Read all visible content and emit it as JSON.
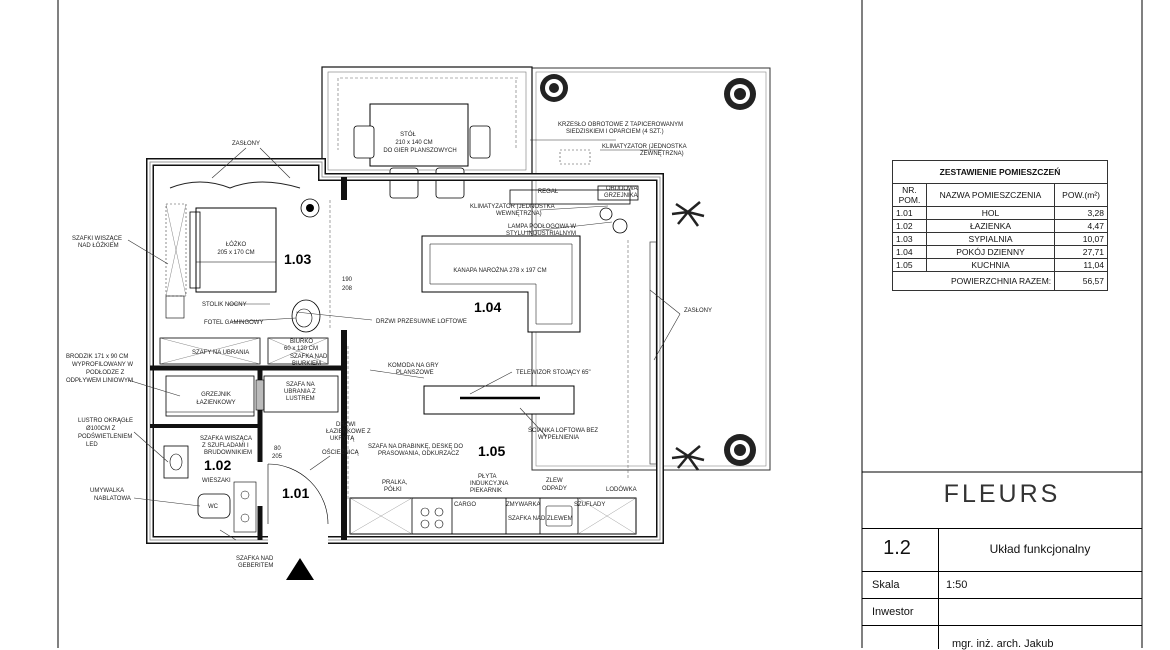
{
  "rooms": {
    "r103": "1.03",
    "r104": "1.04",
    "r105": "1.05",
    "r102": "1.02",
    "r101": "1.01"
  },
  "labels": {
    "zaslony_top": "ZASŁONY",
    "zaslony_right": "ZASŁONY",
    "stol": "STÓŁ",
    "stol_dim": "210 x 140 CM",
    "stol_use": "DO GIER PLANSZOWYCH",
    "krzeslo_1": "KRZESŁO OBROTOWE Z TAPICEROWANYM",
    "krzeslo_2": "SIEDZISKIEM I OPARCIEM (4 SZT.)",
    "klima_ext_1": "KLIMATYZATOR (JEDNOSTKA",
    "klima_ext_2": "ZEWNĘTRZNA)",
    "regal": "REGAŁ",
    "obudowa_1": "OBUDOWA",
    "obudowa_2": "GRZEJNIKA",
    "klima_int_1": "KLIMATYZATOR (JEDNOSTKA",
    "klima_int_2": "WEWNĘTRZNA)",
    "lampa_1": "LAMPA PODŁOGOWA W",
    "lampa_2": "STYLU INDUSTRIALNYM",
    "kanapa": "KANAPA NAROŻNA 278 x 197 CM",
    "szafki_1": "SZAFKI WISZĄCE",
    "szafki_2": "NAD ŁÓŻKIEM",
    "lozko": "ŁÓŻKO",
    "lozko_dim": "205 x 170 CM",
    "dim_190": "190",
    "dim_208": "208",
    "drzwi_przes": "DRZWI PRZESUWNE LOFTOWE",
    "stolik": "STOLIK NOCNY",
    "fotel": "FOTEL GAMINGOWY",
    "szafy": "SZAFY NA UBRANIA",
    "biurko": "BIURKO",
    "biurko_dim": "60 x 120 CM",
    "szafka_nad_biurkiem_1": "SZAFKA NAD",
    "szafka_nad_biurkiem_2": "BIURKIEM",
    "brodzik_1": "BRODZIK 171 x 90 CM",
    "brodzik_2": "WYPROFILOWANY W",
    "brodzik_3": "PODŁODZE Z",
    "brodzik_4": "ODPŁYWEM LINIOWYM",
    "grzejnik_1": "GRZEJNIK",
    "grzejnik_2": "ŁAZIENKOWY",
    "szafa_lustro_1": "SZAFA NA",
    "szafa_lustro_2": "UBRANIA Z",
    "szafa_lustro_3": "LUSTREM",
    "lustro_1": "LUSTRO OKRĄGŁE",
    "lustro_2": "Ø100CM Z",
    "lustro_3": "PODŚWIETLENIEM",
    "lustro_4": "LED",
    "szafka_szuf_1": "SZAFKA WISZĄCA",
    "szafka_szuf_2": "Z SZUFLADAMI I",
    "szafka_szuf_3": "BRUDOWNIKIEM",
    "drzwi_laz_1": "DRZWI",
    "drzwi_laz_2": "ŁAZIENKOWE Z",
    "drzwi_laz_3": "UKRYTĄ",
    "drzwi_laz_4": "OŚCIEŻNICĄ",
    "dim_80": "80",
    "dim_205": "205",
    "wieszaki": "WIESZAKI",
    "wc": "WC",
    "umywalka_1": "UMYWALKA",
    "umywalka_2": "NABLATOWA",
    "szafka_geberit_1": "SZAFKA NAD",
    "szafka_geberit_2": "GEBERITEM",
    "komoda_1": "KOMODA NA GRY",
    "komoda_2": "PLANSZOWE",
    "telewizor": "TELEWIZOR STOJĄCY 65\"",
    "scianka_1": "ŚCIANKA LOFTOWA BEZ",
    "scianka_2": "WYPEŁNIENIA",
    "szafa_drabinka_1": "SZAFA NA DRABINKĘ, DESKĘ DO",
    "szafa_drabinka_2": "PRASOWANIA, ODKURZACZ",
    "pralka_1": "PRALKA,",
    "pralka_2": "PÓŁKI",
    "plyta_1": "PŁYTA",
    "plyta_2": "INDUKCYJNA",
    "plyta_3": "PIEKARNIK",
    "zlew_1": "ZLEW",
    "zlew_2": "ODPADY",
    "lodowka": "LODÓWKA",
    "cargo": "CARGO",
    "zmywarka": "ZMYWARKA",
    "szuflady": "SZUFLADY",
    "szafka_nad_zlewem": "SZAFKA NAD ZLEWEM"
  },
  "summary": {
    "title": "ZESTAWIENIE POMIESZCZEŃ",
    "col_nr_1": "NR.",
    "col_nr_2": "POM.",
    "col_name": "NAZWA POMIESZCZENIA",
    "col_area": "POW.(m²)",
    "rows": [
      {
        "nr": "1.01",
        "name": "HOL",
        "area": "3,28"
      },
      {
        "nr": "1.02",
        "name": "ŁAZIENKA",
        "area": "4,47"
      },
      {
        "nr": "1.03",
        "name": "SYPIALNIA",
        "area": "10,07"
      },
      {
        "nr": "1.04",
        "name": "POKÓJ DZIENNY",
        "area": "27,71"
      },
      {
        "nr": "1.05",
        "name": "KUCHNIA",
        "area": "11,04"
      }
    ],
    "total_label": "POWIERZCHNIA RAZEM:",
    "total_value": "56,57"
  },
  "titleblock": {
    "brand": "FLEURS",
    "sheet_no": "1.2",
    "sheet_title": "Układ funkcjonalny",
    "scale_label": "Skala",
    "scale_value": "1:50",
    "investor_label": "Inwestor",
    "investor_value": "",
    "author_value": "mgr. inż. arch. Jakub"
  }
}
